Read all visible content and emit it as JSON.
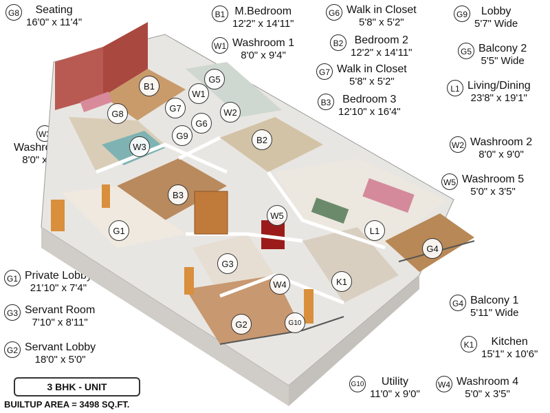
{
  "legend": [
    {
      "code": "G8",
      "name": "Seating",
      "dims": "16'0\" x 11'4\""
    },
    {
      "code": "B1",
      "name": "M.Bedroom",
      "dims": "12'2\" x 14'11\""
    },
    {
      "code": "W1",
      "name": "Washroom 1",
      "dims": "8'0\" x 9'4\""
    },
    {
      "code": "G6",
      "name": "Walk in Closet",
      "dims": "5'8\" x 5'2\""
    },
    {
      "code": "B2",
      "name": "Bedroom 2",
      "dims": "12'2\" x 14'11\""
    },
    {
      "code": "G7",
      "name": "Walk in Closet",
      "dims": "5'8\" x 5'2\""
    },
    {
      "code": "B3",
      "name": "Bedroom 3",
      "dims": "12'10\" x 16'4\""
    },
    {
      "code": "G9",
      "name": "Lobby",
      "dims": "5'7\" Wide"
    },
    {
      "code": "G5",
      "name": "Balcony 2",
      "dims": "5'5\" Wide"
    },
    {
      "code": "L1",
      "name": "Living/Dining",
      "dims": "23'8\" x 19'1\""
    },
    {
      "code": "W3",
      "name": "Washroom 3",
      "dims": "8'0\" x 9'0\""
    },
    {
      "code": "W2",
      "name": "Washroom 2",
      "dims": "8'0\" x 9'0\""
    },
    {
      "code": "W5",
      "name": "Washroom 5",
      "dims": "5'0\" x 3'5\""
    },
    {
      "code": "G1",
      "name": "Private Lobby",
      "dims": "21'10\" x 7'4\""
    },
    {
      "code": "G3",
      "name": "Servant Room",
      "dims": "7'10\" x 8'11\""
    },
    {
      "code": "G2",
      "name": "Servant Lobby",
      "dims": "18'0\" x 5'0\""
    },
    {
      "code": "G4",
      "name": "Balcony 1",
      "dims": "5'11\" Wide"
    },
    {
      "code": "K1",
      "name": "Kitchen",
      "dims": "15'1\" x 10'6\""
    },
    {
      "code": "G10",
      "name": "Utility",
      "dims": "11'0\" x 9'0\""
    },
    {
      "code": "W4",
      "name": "Washroom 4",
      "dims": "5'0\" x 3'5\""
    }
  ],
  "plan_markers": [
    "B1",
    "G8",
    "W1",
    "G5",
    "G7",
    "W2",
    "G6",
    "G9",
    "B2",
    "W3",
    "B3",
    "W5",
    "L1",
    "G1",
    "G3",
    "G4",
    "W4",
    "K1",
    "G2",
    "G10"
  ],
  "unit_label": "3 BHK - UNIT",
  "builtup_area": "BUILTUP AREA = 3498 SQ.FT."
}
